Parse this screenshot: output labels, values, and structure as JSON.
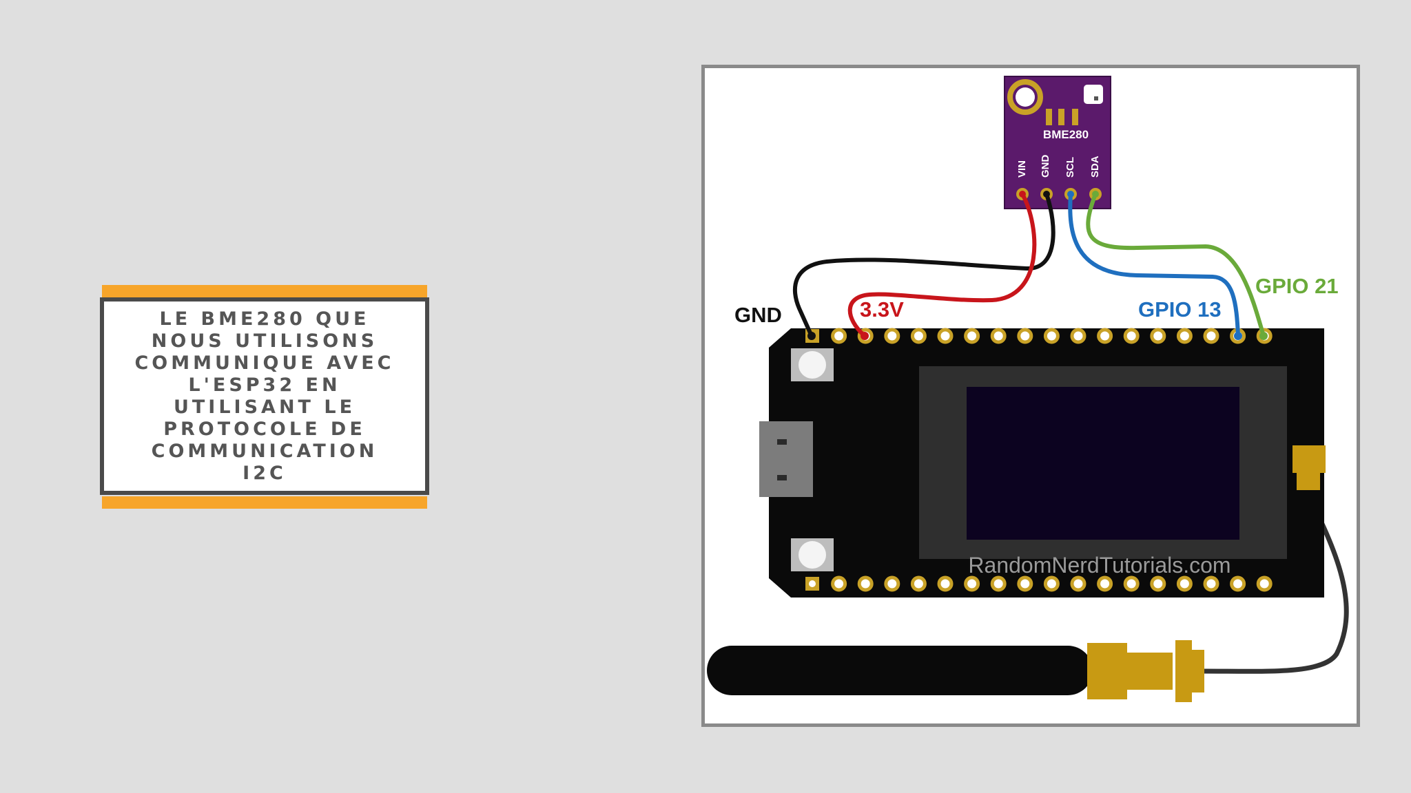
{
  "caption": {
    "text": "LE BME280 QUE NOUS UTILISONS COMMUNIQUE AVEC L'ESP32 EN UTILISANT LE PROTOCOLE DE COMMUNICATION I2C",
    "accent_color": "#f7a52a"
  },
  "diagram": {
    "sensor": {
      "name": "BME280",
      "color": "#5b1a6b",
      "pins": [
        "VIN",
        "GND",
        "SCL",
        "SDA"
      ]
    },
    "connections": [
      {
        "label": "GND",
        "color": "#111111"
      },
      {
        "label": "3.3V",
        "color": "#c8151b"
      },
      {
        "label": "GPIO 13",
        "color": "#1f6fbf"
      },
      {
        "label": "GPIO 21",
        "color": "#6aaa3a"
      }
    ],
    "watermark": "RandomNerdTutorials.com"
  }
}
